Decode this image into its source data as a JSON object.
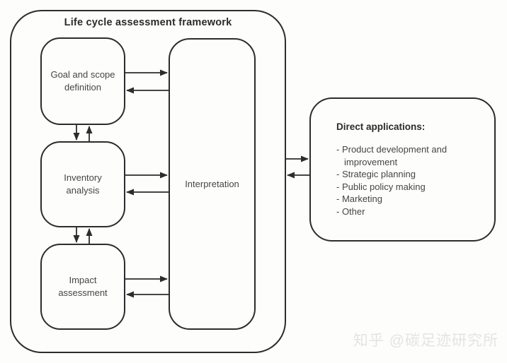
{
  "framework": {
    "title": "Life cycle assessment framework",
    "nodes": [
      {
        "id": "goal-and-scope",
        "label": "Goal and scope definition"
      },
      {
        "id": "inventory-analysis",
        "label": "Inventory analysis"
      },
      {
        "id": "impact-assessment",
        "label": "Impact assessment"
      },
      {
        "id": "interpretation",
        "label": "Interpretation"
      }
    ]
  },
  "applications": {
    "title": "Direct applications:",
    "items": [
      "- Product development and improvement",
      "- Strategic planning",
      "- Public policy making",
      "- Marketing",
      "- Other"
    ]
  },
  "connections": [
    {
      "from": "goal-and-scope",
      "to": "interpretation",
      "bidirectional": true
    },
    {
      "from": "inventory-analysis",
      "to": "interpretation",
      "bidirectional": true
    },
    {
      "from": "impact-assessment",
      "to": "interpretation",
      "bidirectional": true
    },
    {
      "from": "goal-and-scope",
      "to": "inventory-analysis",
      "bidirectional": true
    },
    {
      "from": "inventory-analysis",
      "to": "impact-assessment",
      "bidirectional": true
    },
    {
      "from": "lca-framework",
      "to": "direct-applications",
      "bidirectional": true
    }
  ],
  "watermark": {
    "text": "知乎 @碳足迹研究所"
  },
  "colors": {
    "line": "#2c2c2c",
    "title_text": "#2b2b2b",
    "label_text": "#454545",
    "background": "#fdfdfc",
    "watermark": "#e4e4e1"
  }
}
